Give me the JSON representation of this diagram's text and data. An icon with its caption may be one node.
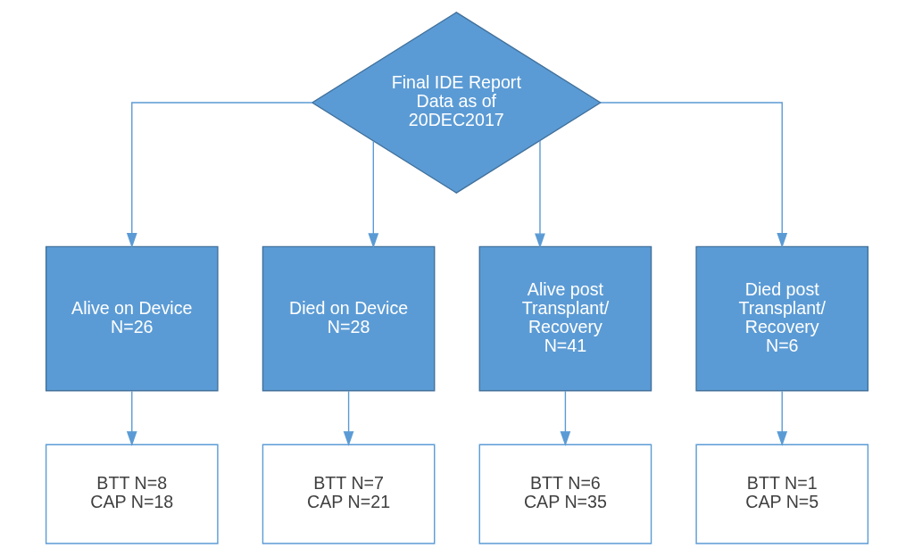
{
  "diagram": {
    "nodes": [
      {
        "text": [
          "Final IDE Report",
          "Data as of 20DEC2017"
        ]
      },
      {
        "text": [
          "Alive on Device",
          "N=26"
        ]
      },
      {
        "text": [
          "Died on Device",
          "N=28"
        ]
      },
      {
        "text": [
          "Alive post Transplant/ Recovery",
          "N=41"
        ]
      },
      {
        "text": [
          "Died post Transplant/ Recovery",
          "N=6"
        ]
      },
      {
        "text": [
          "BTT N=8",
          "CAP N=18"
        ]
      },
      {
        "text": [
          "BTT N=7",
          "CAP N=21"
        ]
      },
      {
        "text": [
          "BTT N=6",
          "CAP N=35"
        ]
      },
      {
        "text": [
          "BTT N=1",
          "CAP N=5"
        ]
      }
    ],
    "edges": [
      {
        "from": 0,
        "to": 1,
        "arrow": "to"
      },
      {
        "from": 0,
        "to": 2,
        "arrow": "to"
      },
      {
        "from": 0,
        "to": 3,
        "arrow": "to"
      },
      {
        "from": 0,
        "to": 4,
        "arrow": "to"
      },
      {
        "from": 1,
        "to": 5,
        "arrow": "to"
      },
      {
        "from": 2,
        "to": 6,
        "arrow": "to"
      },
      {
        "from": 3,
        "to": 7,
        "arrow": "to"
      },
      {
        "from": 4,
        "to": 8,
        "arrow": "to"
      }
    ]
  }
}
